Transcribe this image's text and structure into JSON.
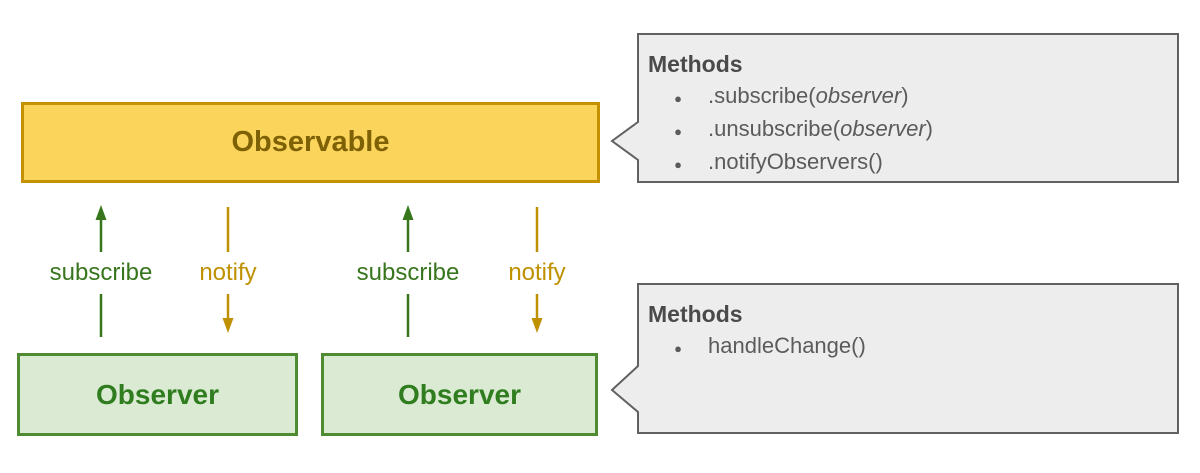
{
  "colors": {
    "canvas-bg": "#FFFFFF",
    "observable-fill": "#FBD45C",
    "observable-border": "#C49102",
    "observable-text": "#7E6005",
    "observer-fill": "#DBEAD3",
    "observer-border": "#4F8B31",
    "observer-text": "#2F7D1F",
    "subscribe-green": "#38761D",
    "notify-gold": "#BF9000",
    "callout-fill": "#EDEDED",
    "callout-border": "#616161",
    "callout-title": "#4A4A4A",
    "callout-text": "#5B5B5B"
  },
  "diagram": {
    "observable_label": "Observable",
    "observer1_label": "Observer",
    "observer2_label": "Observer",
    "arrow_labels": {
      "subscribe1": "subscribe",
      "notify1": "notify",
      "subscribe2": "subscribe",
      "notify2": "notify"
    }
  },
  "callouts": {
    "observable_methods": {
      "title": "Methods",
      "items": [
        {
          "prefix": ".subscribe(",
          "arg": "observer",
          "suffix": ")"
        },
        {
          "prefix": ".unsubscribe(",
          "arg": "observer",
          "suffix": ")"
        },
        {
          "prefix": ".notifyObservers()",
          "arg": "",
          "suffix": ""
        }
      ]
    },
    "observer_methods": {
      "title": "Methods",
      "items": [
        {
          "prefix": "handleChange()",
          "arg": "",
          "suffix": ""
        }
      ]
    }
  },
  "bullet_glyph": "●"
}
